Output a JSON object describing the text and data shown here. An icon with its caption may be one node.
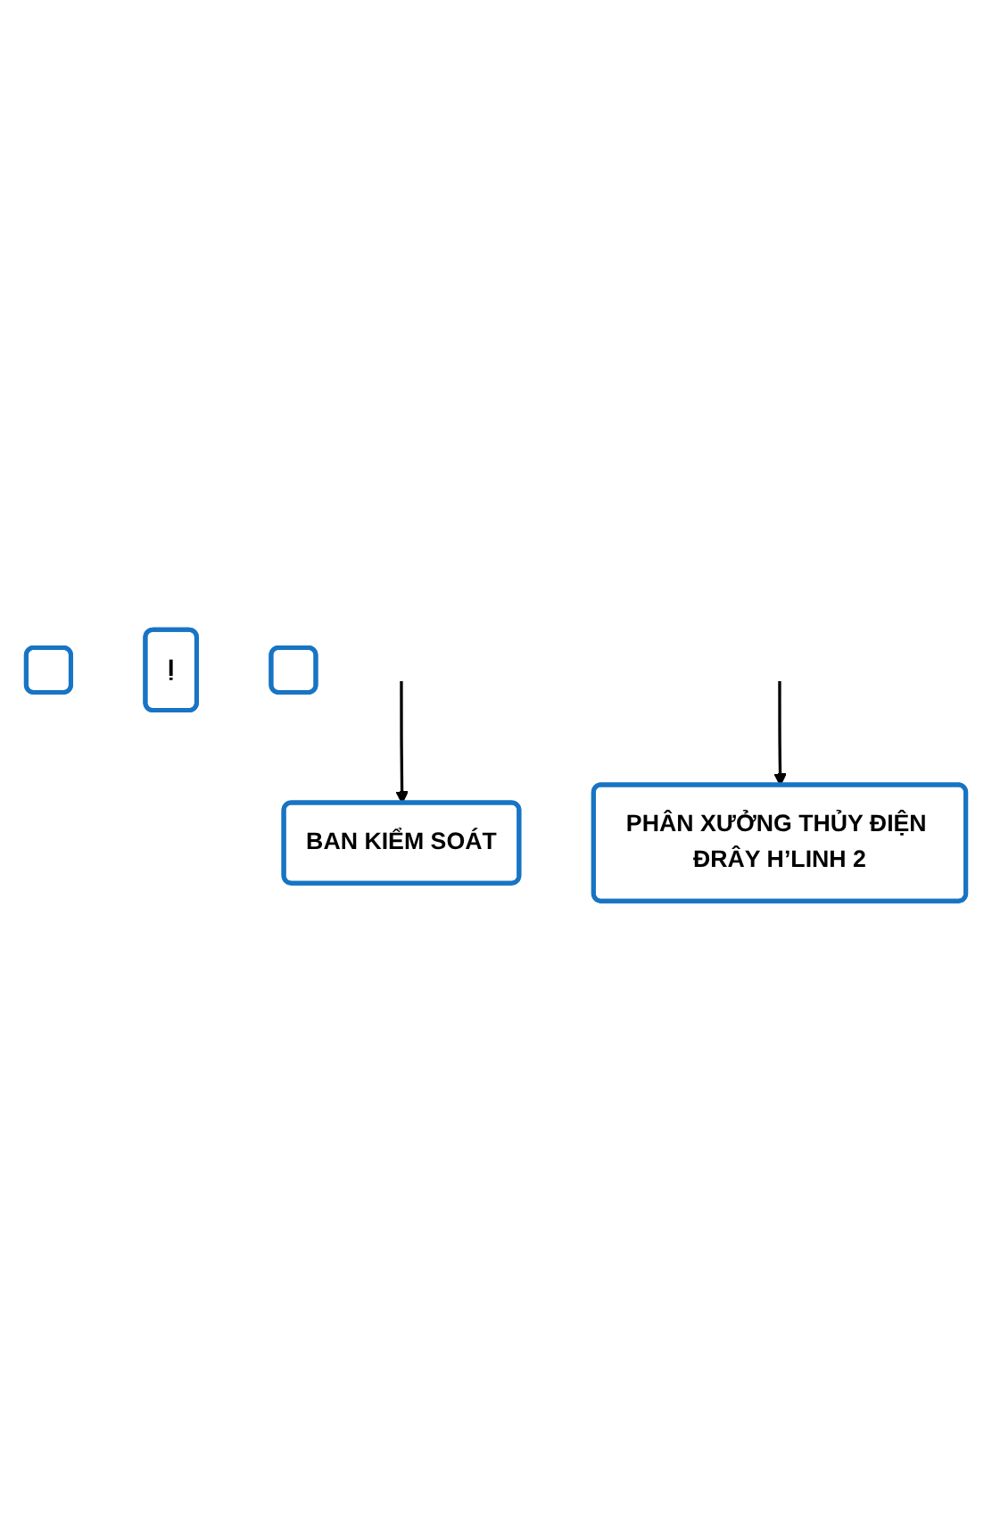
{
  "diagram": {
    "nodes": [
      {
        "text": [],
        "shape": "box"
      },
      {
        "text": [
          "Ị"
        ]
      },
      {
        "text": [
          "BAN KIỂM SOÁT"
        ]
      },
      {
        "text": [],
        "shape": "box"
      },
      {
        "text": [
          "PHÂN XƯỞNG THỦY ĐIỆN ĐRÂY H’LINH 2"
        ]
      }
    ],
    "edges": [
      {
        "from": null,
        "to": 2,
        "arrow": "to"
      },
      {
        "from": null,
        "to": 4,
        "arrow": "to"
      }
    ]
  }
}
